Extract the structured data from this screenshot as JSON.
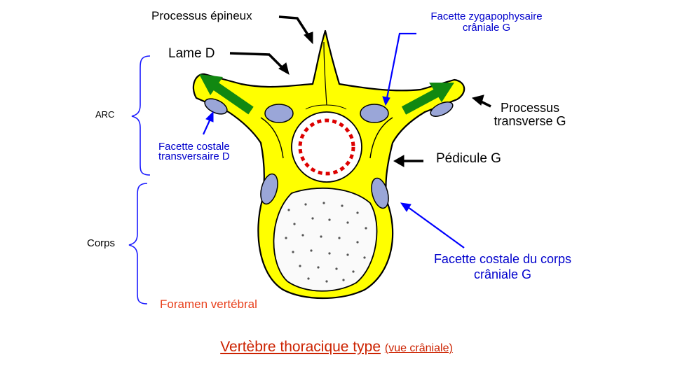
{
  "title": {
    "main": "Vertèbre thoracique type",
    "view": "(vue crâniale)"
  },
  "labels": {
    "processus_epineux": "Processus épineux",
    "lame": "Lame D",
    "facette_zyg_line1": "Facette zygapophysaire",
    "facette_zyg_line2": "crâniale G",
    "processus_transverse_line1": "Processus",
    "processus_transverse_line2": "transverse G",
    "pedicule": "Pédicule G",
    "facette_costale_transv_line1": "Facette costale",
    "facette_costale_transv_line2": "transversaire D",
    "facette_costale_corps_line1": "Facette costale du corps",
    "facette_costale_corps_line2": "crâniale G",
    "arc": "ARC",
    "corps": "Corps",
    "foramen": "Foramen vertébral"
  },
  "colors": {
    "bone": "#ffff00",
    "outline": "#000000",
    "facet": "#9aa6d8",
    "arrow_green": "#118811",
    "pointer_black": "#000000",
    "pointer_blue": "#0000ff",
    "foramen_dots": "#dd0000",
    "brace_blue": "#1a1aff",
    "text_blue": "#0000cc",
    "text_orange": "#e8401c",
    "title_red": "#cc2200"
  }
}
